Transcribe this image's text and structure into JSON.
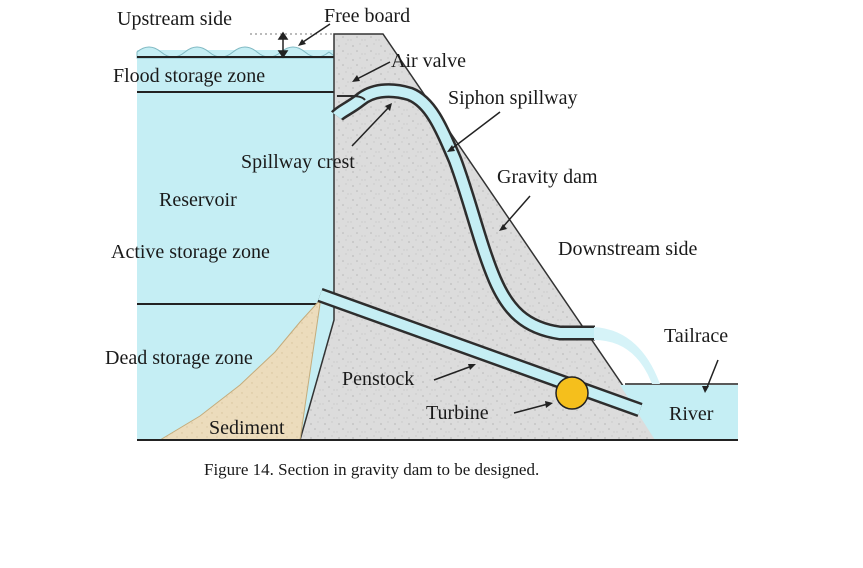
{
  "labels": {
    "upstream_side": "Upstream side",
    "free_board": "Free board",
    "air_valve": "Air valve",
    "flood_storage_zone": "Flood storage zone",
    "siphon_spillway": "Siphon spillway",
    "spillway_crest": "Spillway crest",
    "gravity_dam": "Gravity dam",
    "reservoir": "Reservoir",
    "active_storage_zone": "Active storage zone",
    "downstream_side": "Downstream side",
    "tailrace": "Tailrace",
    "dead_storage_zone": "Dead storage zone",
    "penstock": "Penstock",
    "turbine": "Turbine",
    "river": "River",
    "sediment": "Sediment"
  },
  "caption": "Figure 14. Section in gravity dam to be designed.",
  "colors": {
    "water": "#c5eef4",
    "water_edge": "#8fd6e2",
    "concrete": "#dddddd",
    "sediment": "#ecdcbc",
    "turbine": "#f5bf1c",
    "line": "#222222"
  }
}
